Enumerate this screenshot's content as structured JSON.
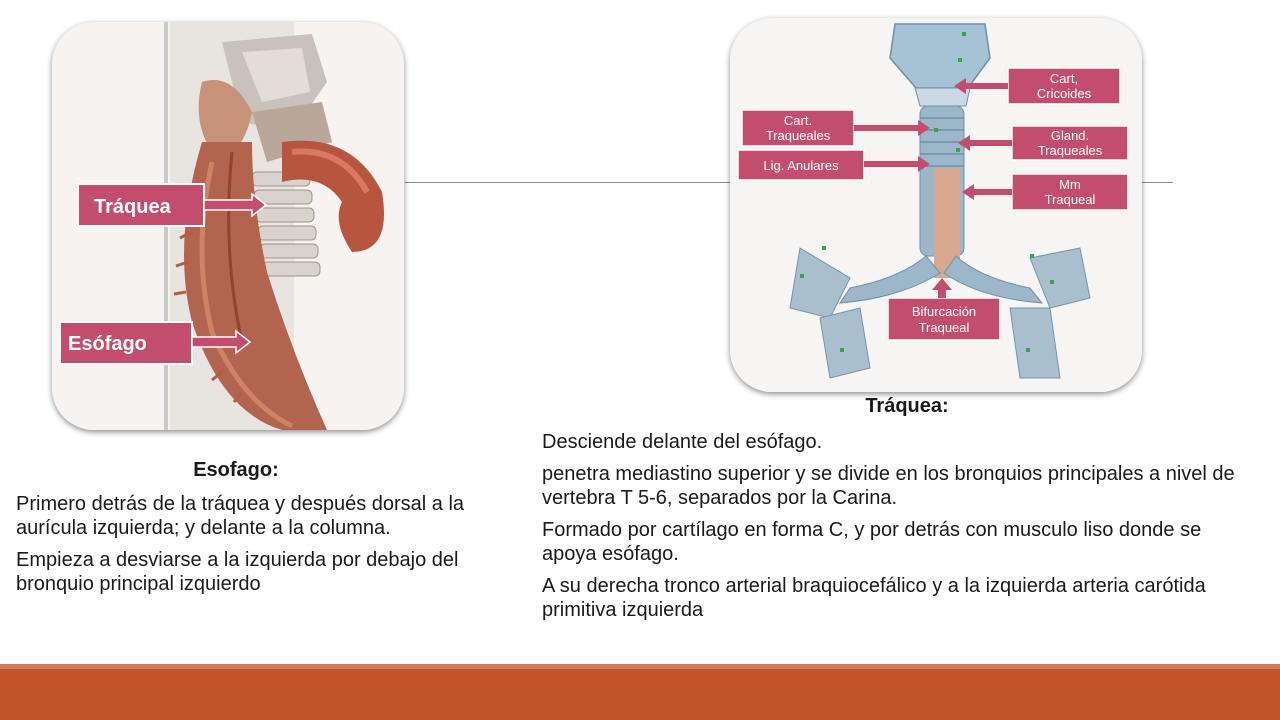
{
  "esofago": {
    "heading": "Esofago:",
    "paragraphs": [
      "Primero detrás de la tráquea y después dorsal a la aurícula izquierda; y delante a la columna.",
      "Empieza a desviarse a la izquierda por debajo del bronquio principal izquierdo"
    ]
  },
  "traquea": {
    "heading": "Tráquea:",
    "paragraphs": [
      "Desciende delante del esófago.",
      "penetra mediastino superior y se divide en los bronquios principales a nivel de vertebra T 5-6, separados por la Carina.",
      "Formado por cartílago en forma C, y por detrás con musculo liso donde se apoya esófago.",
      "A su derecha tronco arterial braquiocefálico y a la izquierda arteria carótida primitiva izquierda"
    ]
  },
  "left_image": {
    "labels": {
      "traquea": "Tráquea",
      "esofago": "Esófago"
    }
  },
  "right_image": {
    "labels": {
      "cricoides_1": "Cart,",
      "cricoides_2": "Cricoides",
      "traqueales_1": "Cart.",
      "traqueales_2": "Traqueales",
      "anulares": "Lig. Anulares",
      "gland_1": "Gland.",
      "gland_2": "Traqueales",
      "mm_1": "Mm",
      "mm_2": "Traqueal",
      "bif_1": "Bifurcación",
      "bif_2": "Traqueal"
    }
  },
  "colors": {
    "accent_bar": "#c0552a",
    "label_box": "#c24d6c"
  }
}
